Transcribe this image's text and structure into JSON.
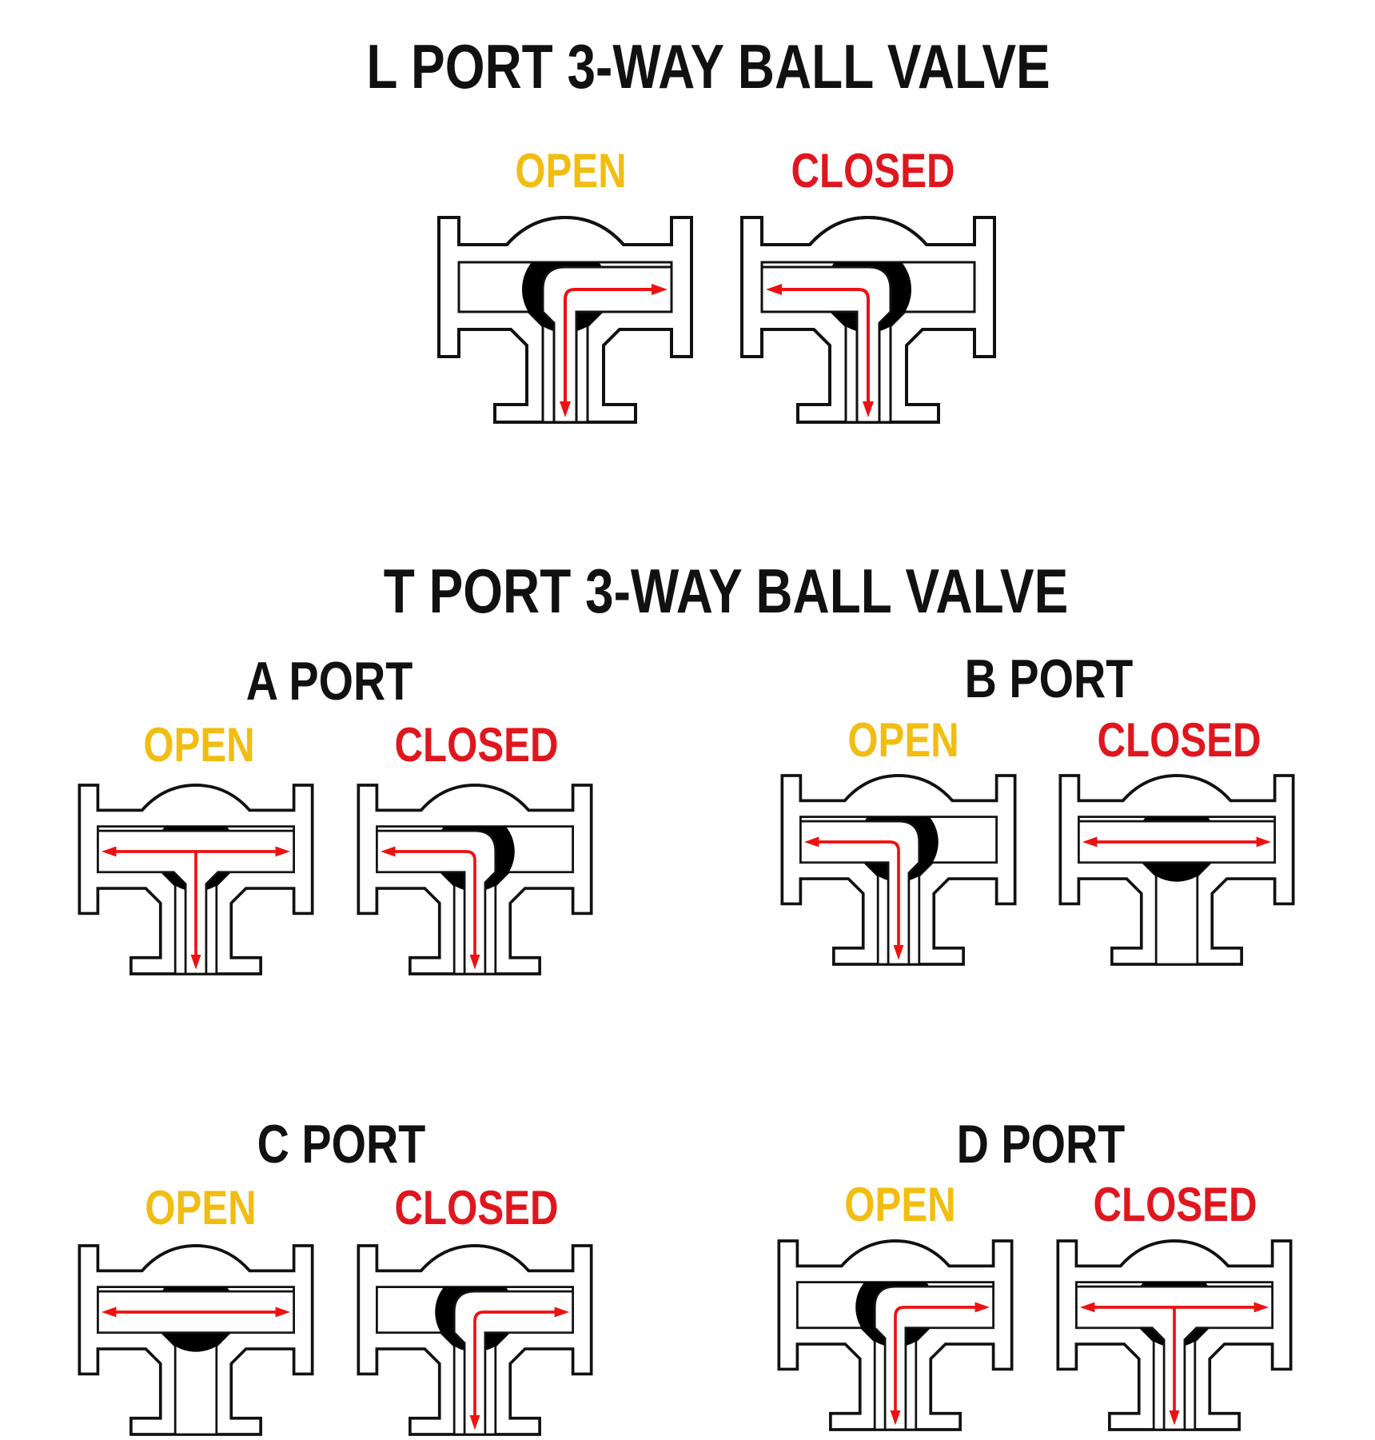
{
  "colors": {
    "open": "#f2bd12",
    "closed": "#e0161e",
    "flow": "#ee1111",
    "ink": "#111111",
    "ball": "#000000"
  },
  "l_section": {
    "title": "L PORT 3-WAY BALL VALVE",
    "open_label": "OPEN",
    "closed_label": "CLOSED"
  },
  "t_section": {
    "title": "T PORT 3-WAY BALL VALVE",
    "ports": [
      {
        "title": "A PORT",
        "open_label": "OPEN",
        "closed_label": "CLOSED"
      },
      {
        "title": "B PORT",
        "open_label": "OPEN",
        "closed_label": "CLOSED"
      },
      {
        "title": "C PORT",
        "open_label": "OPEN",
        "closed_label": "CLOSED"
      },
      {
        "title": "D PORT",
        "open_label": "OPEN",
        "closed_label": "CLOSED"
      }
    ]
  },
  "valves": [
    {
      "id": "l-open",
      "ball": "L-right",
      "flow": [
        "bottom",
        "right"
      ]
    },
    {
      "id": "l-closed",
      "ball": "L-left",
      "flow": [
        "bottom",
        "left"
      ]
    },
    {
      "id": "a-open",
      "ball": "T-full",
      "flow": [
        "left",
        "right",
        "bottom"
      ]
    },
    {
      "id": "a-closed",
      "ball": "L-left",
      "flow": [
        "left",
        "bottom"
      ]
    },
    {
      "id": "b-open",
      "ball": "L-left",
      "flow": [
        "left",
        "bottom"
      ]
    },
    {
      "id": "b-closed",
      "ball": "straight",
      "flow": [
        "left",
        "right"
      ]
    },
    {
      "id": "c-open",
      "ball": "straight",
      "flow": [
        "left",
        "right"
      ]
    },
    {
      "id": "c-closed",
      "ball": "L-right",
      "flow": [
        "bottom",
        "right"
      ]
    },
    {
      "id": "d-open",
      "ball": "L-right",
      "flow": [
        "bottom",
        "right"
      ]
    },
    {
      "id": "d-closed",
      "ball": "T-full",
      "flow": [
        "left",
        "right",
        "bottom"
      ]
    }
  ]
}
